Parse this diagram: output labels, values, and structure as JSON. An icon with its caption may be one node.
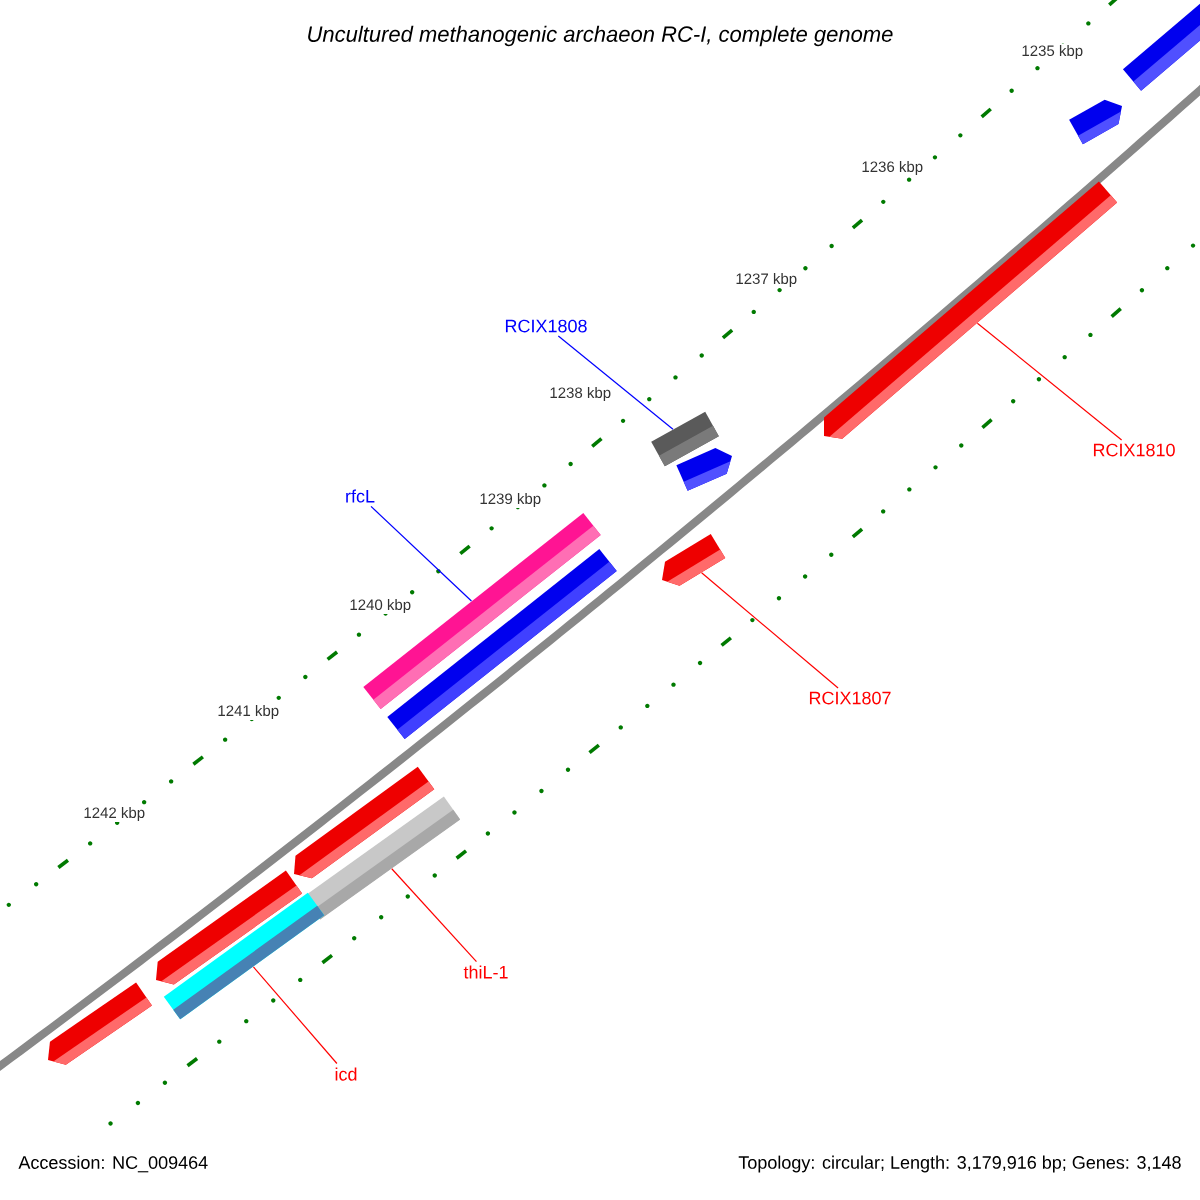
{
  "diagram": {
    "title": "Uncultured methanogenic archaeon RC-I, complete genome",
    "nodes": [
      {
        "text": [],
        "shape": "bar"
      },
      {
        "text": [],
        "shape": "bar"
      },
      {
        "text": [],
        "shape": "bar"
      },
      {
        "text": [
          "RCIX1808"
        ]
      },
      {
        "text": [],
        "shape": "bar"
      },
      {
        "text": [],
        "shape": "bar"
      },
      {
        "text": [
          "RCIX1810"
        ]
      },
      {
        "text": [],
        "shape": "bar"
      },
      {
        "text": [
          "rfcL"
        ]
      },
      {
        "text": [],
        "shape": "bar"
      },
      {
        "text": [],
        "shape": "bar"
      },
      {
        "text": [
          "RCIX1807"
        ]
      },
      {
        "text": [],
        "shape": "bar"
      },
      {
        "text": [],
        "shape": "bar"
      },
      {
        "text": [],
        "shape": "bar"
      },
      {
        "text": [],
        "shape": "bar"
      },
      {
        "text": [
          "thiL-1"
        ]
      },
      {
        "text": [],
        "shape": "bar"
      },
      {
        "text": [
          "icd"
        ]
      }
    ],
    "edges": [
      {
        "from": 3,
        "to": 4,
        "arrow": "none",
        "color": "#0000ff"
      },
      {
        "from": 6,
        "to": 2,
        "arrow": "none"
      },
      {
        "from": 8,
        "to": 7,
        "arrow": "none",
        "color": "#0000ff"
      },
      {
        "from": 11,
        "to": 9,
        "arrow": "none"
      },
      {
        "from": 16,
        "to": 13,
        "arrow": "none"
      },
      {
        "from": 18,
        "to": 15,
        "arrow": "none"
      }
    ],
    "labels": [
      "1235 kbp",
      "1236 kbp",
      "1237 kbp",
      "1238 kbp",
      "1239 kbp",
      "1240 kbp",
      "1241 kbp",
      "1242 kbp",
      "Accession: NC_009464",
      "Topology: circular; Length: 3,179,916 bp; Genes: 3,148"
    ]
  }
}
